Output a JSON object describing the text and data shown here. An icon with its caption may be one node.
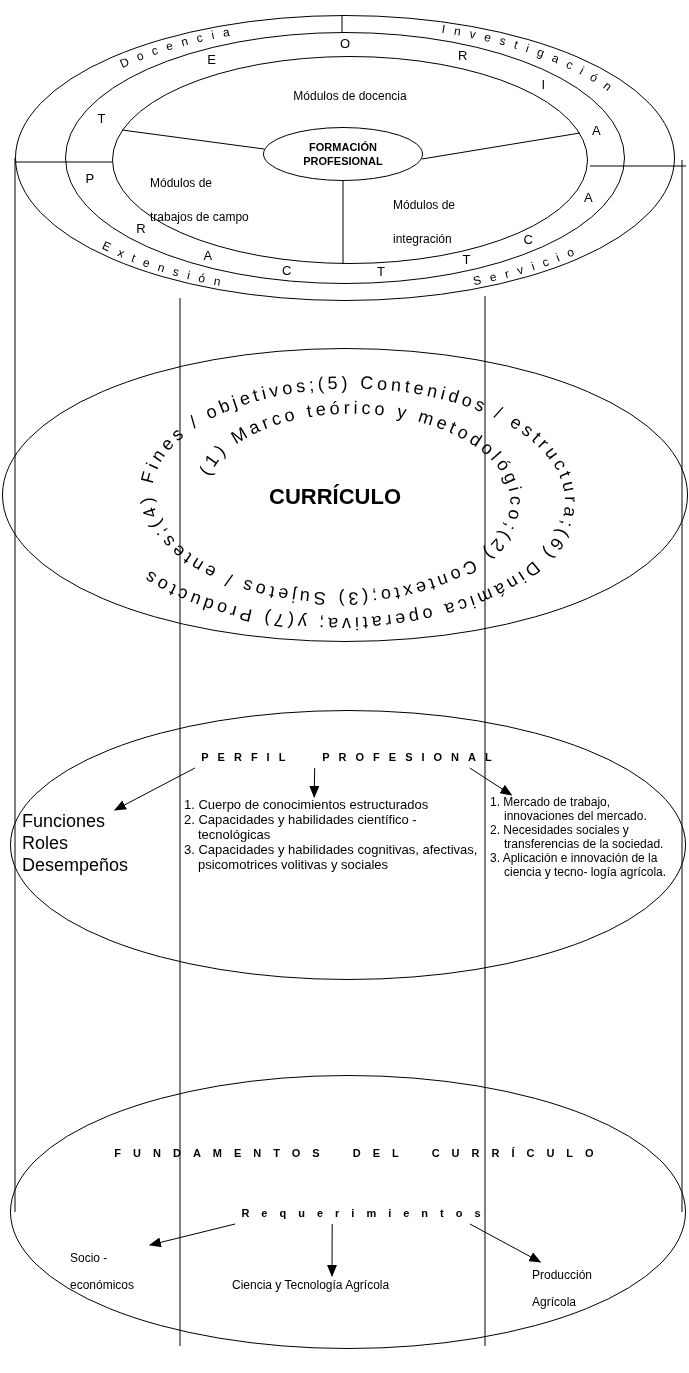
{
  "diagram": {
    "nodes": [
      {
        "text": [
          "Docencia",
          "Investigación",
          "Extensión",
          "Servicio"
        ]
      },
      {
        "text": [
          "T",
          "E",
          "O",
          "R",
          "I",
          "A",
          "P",
          "R",
          "A",
          "C",
          "T",
          "T",
          "C",
          "A"
        ],
        "in": 0
      },
      {
        "text": [
          "Módulos de docencia",
          "Módulos de trabajos de campo",
          "Módulos de integración"
        ],
        "in": 1
      },
      {
        "text": [
          "FORMACIÓN PROFESIONAL"
        ],
        "in": 2
      },
      {
        "text": [
          "CURRÍCULO",
          "(1) Marco teórico y metodológico;(2) Contexto;(3) Sujetos / entes;(4) Fines / objetivos;(5) Contenidos / estructura;(6) Dinámica operativa; y(7) Productos"
        ]
      },
      {
        "text": [],
        "shape": "ellipse"
      },
      {
        "text": [
          "PERFIL PROFESIONAL"
        ],
        "in": 5
      },
      {
        "text": [
          "Funciones",
          "Roles",
          "Desempeños"
        ],
        "in": 5
      },
      {
        "text": [
          "1. Cuerpo de conocimientos estructurados",
          "2. Capacidades y habilidades científico - tecnológicas",
          "3. Capacidades y habilidades cognitivas, afectivas, psicomotrices volitivas y sociales"
        ],
        "in": 5
      },
      {
        "text": [
          "1. Mercado de trabajo, innovaciones del mercado.",
          "2. Necesidades sociales y transferencias de la sociedad.",
          "3. Aplicación e innovación de la ciencia y tecno- logía agrícola."
        ],
        "in": 5
      },
      {
        "text": [
          "FUNDAMENTOS DEL CURRÍCULO"
        ]
      },
      {
        "text": [
          "Requerimientos"
        ],
        "in": 10
      },
      {
        "text": [
          "Socio - económicos"
        ],
        "in": 10
      },
      {
        "text": [
          "Ciencia y Tecnología Agrícola"
        ],
        "in": 10
      },
      {
        "text": [
          "Producción Agrícola"
        ],
        "in": 10
      }
    ],
    "edges": [
      {
        "from": 6,
        "to": 7,
        "arrow": "to"
      },
      {
        "from": 6,
        "to": 8,
        "arrow": "to"
      },
      {
        "from": 6,
        "to": 9,
        "arrow": "to"
      },
      {
        "from": 11,
        "to": 12,
        "arrow": "to"
      },
      {
        "from": 11,
        "to": 13,
        "arrow": "to"
      },
      {
        "from": 11,
        "to": 14,
        "arrow": "to"
      }
    ]
  }
}
